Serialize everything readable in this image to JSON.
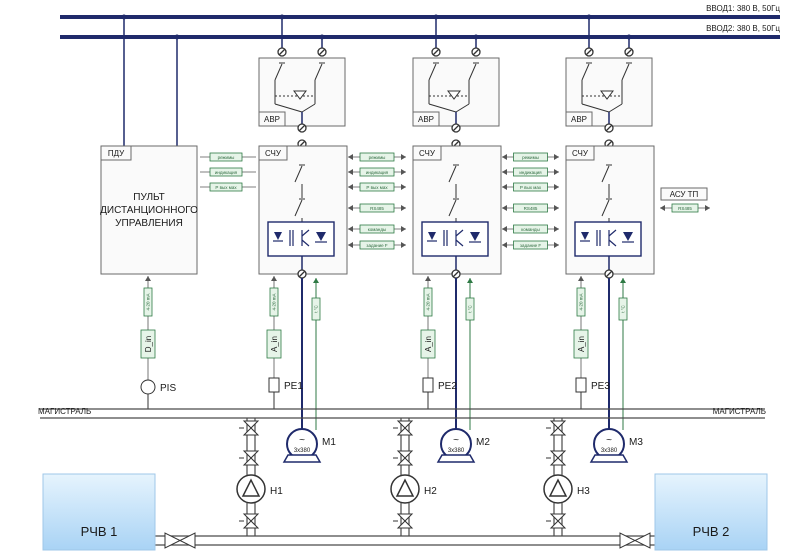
{
  "buses": [
    {
      "label": "ВВОД1: 380 В, 50Гц"
    },
    {
      "label": "ВВОД2: 380 В, 50Гц"
    }
  ],
  "pdu": {
    "tag": "ПДУ",
    "title": [
      "ПУЛЬТ",
      "ДИСТАНЦИОННОГО",
      "УПРАВЛЕНИЯ"
    ],
    "signals": [
      "режимы",
      "индикация",
      "Р вых мах"
    ],
    "sensor_signal": "4-20 mA",
    "input_label": "D_in",
    "sensor": "PIS"
  },
  "units": [
    {
      "avr": "АВР",
      "scu": "СЧУ",
      "sensor_signal": "4-20 mA",
      "input_label": "A_in",
      "sensor": "PE1",
      "motor": "M1",
      "motor_rating": "3х380",
      "pump": "Н1",
      "feedback": "t °C"
    },
    {
      "avr": "АВР",
      "scu": "СЧУ",
      "sensor_signal": "4-20 mA",
      "input_label": "A_in",
      "sensor": "PE2",
      "motor": "M2",
      "motor_rating": "3х380",
      "pump": "Н2",
      "feedback": "t °C"
    },
    {
      "avr": "АВР",
      "scu": "СЧУ",
      "sensor_signal": "4-20 mA",
      "input_label": "A_in",
      "sensor": "PE3",
      "motor": "M3",
      "motor_rating": "3х380",
      "pump": "Н3",
      "feedback": "t °C"
    }
  ],
  "link_signals": [
    "режимы",
    "индикация",
    "Р вых мах",
    "RS485",
    "команды",
    "задание F"
  ],
  "asu": {
    "label": "АСУ ТП",
    "signal": "RS485"
  },
  "main_line": {
    "left": "МАГИСТРАЛЬ",
    "right": "МАГИСТРАЛЬ"
  },
  "tanks": [
    {
      "label": "РЧВ 1"
    },
    {
      "label": "РЧВ 2"
    }
  ],
  "colors": {
    "bus": "#1f2a6b",
    "tank": "#cfe8fb",
    "signal_tag": "#e6f4e8"
  }
}
